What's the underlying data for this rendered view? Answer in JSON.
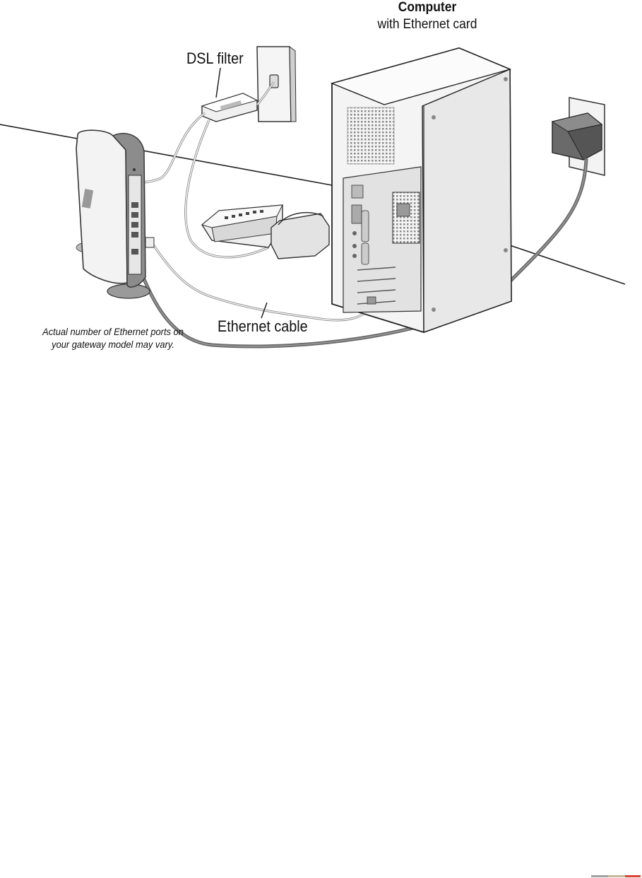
{
  "labels": {
    "computer_title": "Computer",
    "computer_subtitle": "with Ethernet card",
    "dsl_filter": "DSL filter",
    "ethernet_cable": "Ethernet cable",
    "ports_note": "Actual number of Ethernet ports on your gateway model may vary."
  },
  "colors": {
    "footer_gray": "#a0a0a0",
    "footer_tan": "#c9b79a",
    "footer_red": "#d9432f"
  }
}
